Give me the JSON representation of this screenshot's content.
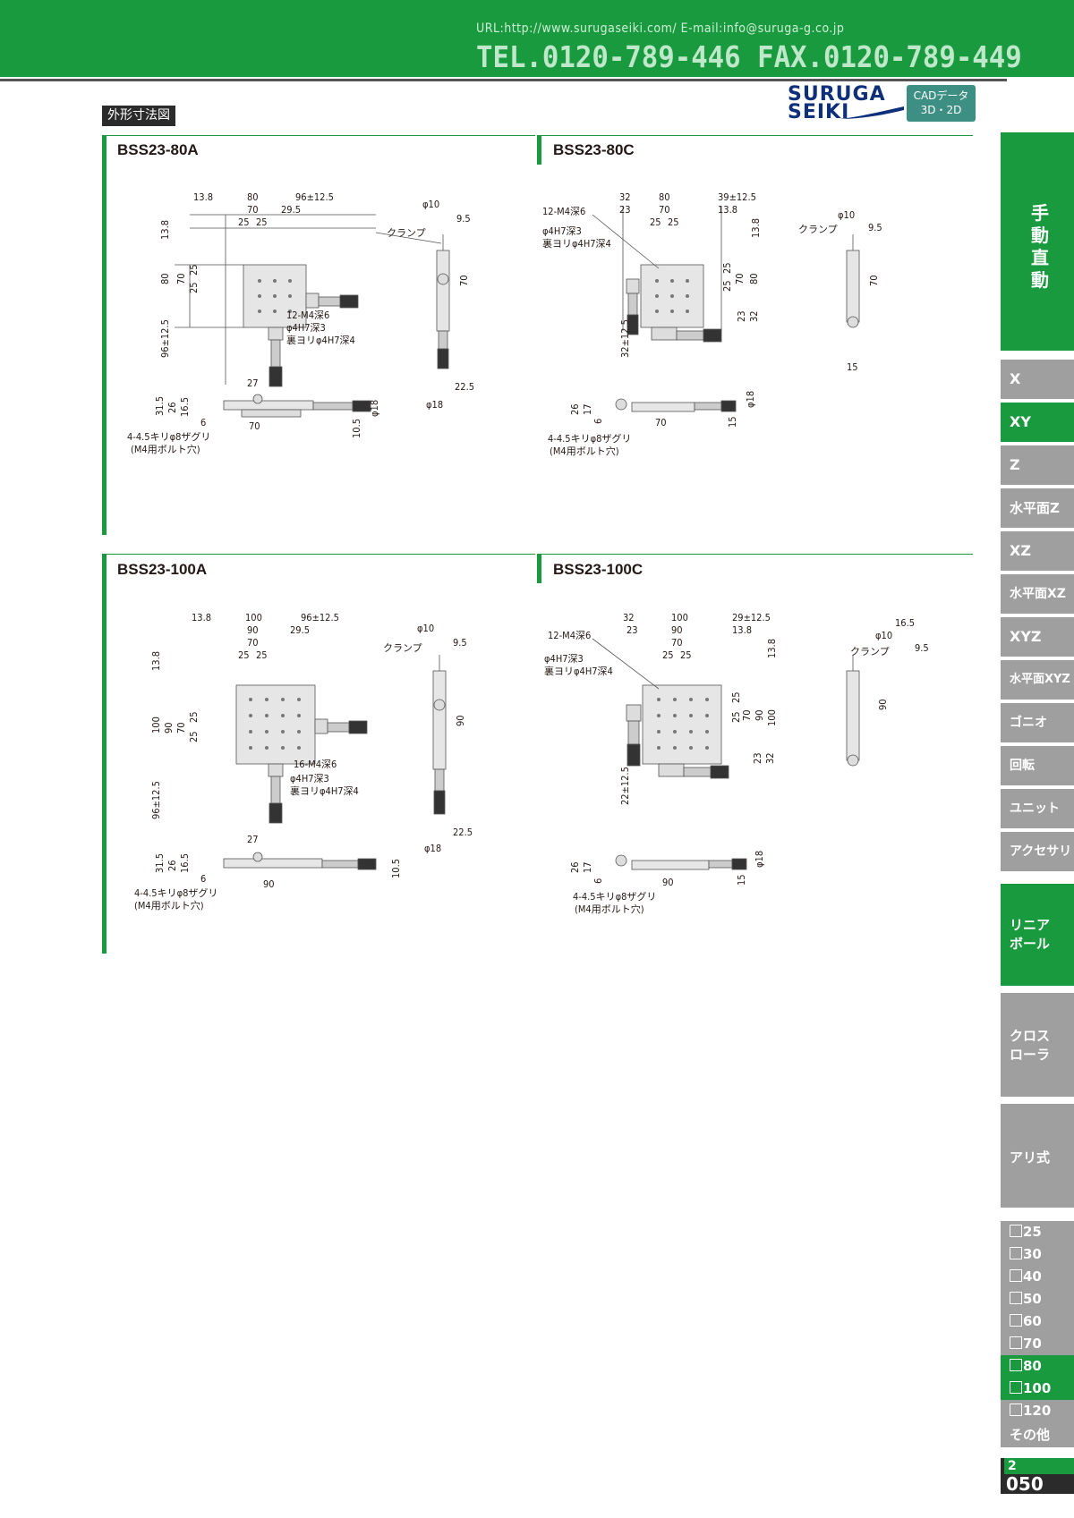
{
  "header": {
    "url_line": "URL:http://www.surugaseiki.com/  E-mail:info@suruga-g.co.jp",
    "tel_line": "TEL.0120-789-446  FAX.0120-789-449"
  },
  "section_label": "外形寸法図",
  "logo": {
    "line1": "SURUGA",
    "line2": "SEIKI"
  },
  "cad_badge": {
    "line1": "CADデータ",
    "line2": "3D・2D"
  },
  "panels": [
    {
      "title": "BSS23-80A",
      "dims": [
        "13.8",
        "80",
        "96±12.5",
        "70",
        "29.5",
        "25",
        "25",
        "13.8",
        "80",
        "70",
        "25",
        "25",
        "96±12.5",
        "27",
        "12-M4深6",
        "φ4H7深3",
        "裏ヨリφ4H7深4",
        "31.5",
        "26",
        "16.5",
        "6",
        "70",
        "10.5",
        "φ18",
        "4-4.5キリφ8ザグリ",
        "(M4用ボルト穴)",
        "φ10",
        "9.5",
        "クランプ",
        "70",
        "22.5",
        "φ18"
      ]
    },
    {
      "title": "BSS23-80C",
      "dims": [
        "32",
        "80",
        "39±12.5",
        "23",
        "70",
        "13.8",
        "25",
        "25",
        "12-M4深6",
        "φ4H7深3",
        "裏ヨリφ4H7深4",
        "13.8",
        "25",
        "25",
        "70",
        "80",
        "23",
        "32",
        "32±12.5",
        "26",
        "17",
        "6",
        "70",
        "15",
        "φ18",
        "4-4.5キリφ8ザグリ",
        "(M4用ボルト穴)",
        "φ10",
        "9.5",
        "クランプ",
        "70",
        "15"
      ]
    },
    {
      "title": "BSS23-100A",
      "dims": [
        "13.8",
        "100",
        "96±12.5",
        "90",
        "29.5",
        "70",
        "25",
        "25",
        "13.8",
        "100",
        "90",
        "70",
        "25",
        "25",
        "96±12.5",
        "27",
        "16-M4深6",
        "φ4H7深3",
        "裏ヨリφ4H7深4",
        "31.5",
        "26",
        "16.5",
        "6",
        "90",
        "10.5",
        "4-4.5キリφ8ザグリ",
        "(M4用ボルト穴)",
        "φ10",
        "9.5",
        "クランプ",
        "90",
        "22.5",
        "φ18"
      ]
    },
    {
      "title": "BSS23-100C",
      "dims": [
        "32",
        "100",
        "29±12.5",
        "23",
        "90",
        "13.8",
        "70",
        "25",
        "25",
        "12-M4深6",
        "φ4H7深3",
        "裏ヨリφ4H7深4",
        "13.8",
        "25",
        "25",
        "70",
        "90",
        "100",
        "23",
        "32",
        "22±12.5",
        "26",
        "17",
        "6",
        "90",
        "15",
        "φ18",
        "4-4.5キリφ8ザグリ",
        "(M4用ボルト穴)",
        "16.5",
        "φ10",
        "9.5",
        "クランプ",
        "90"
      ]
    }
  ],
  "sidebar": {
    "main_tab": [
      "手",
      "動",
      "直",
      "動"
    ],
    "tabs": [
      "X",
      "XY",
      "Z",
      "水平面Z",
      "XZ",
      "水平面XZ",
      "XYZ",
      "水平面XYZ",
      "ゴニオ",
      "回転",
      "ユニット",
      "アクセサリ"
    ],
    "active_tab": "XY",
    "group_tabs": [
      {
        "label_lines": [
          "リニア",
          "ボール"
        ],
        "active": true
      },
      {
        "label_lines": [
          "クロス",
          "ローラ"
        ],
        "active": false
      },
      {
        "label_lines": [
          "アリ式"
        ],
        "active": false
      }
    ],
    "sizes": [
      "25",
      "30",
      "40",
      "50",
      "60",
      "70",
      "80",
      "100",
      "120"
    ],
    "active_sizes": [
      "80",
      "100"
    ],
    "other_label": "その他"
  },
  "page": {
    "chapter": "2",
    "number": "050"
  },
  "colors": {
    "brand_green": "#1a9a3e",
    "tab_gray": "#9f9f9f",
    "cad_teal": "#3d8f84",
    "logo_blue": "#0e2f7a"
  }
}
